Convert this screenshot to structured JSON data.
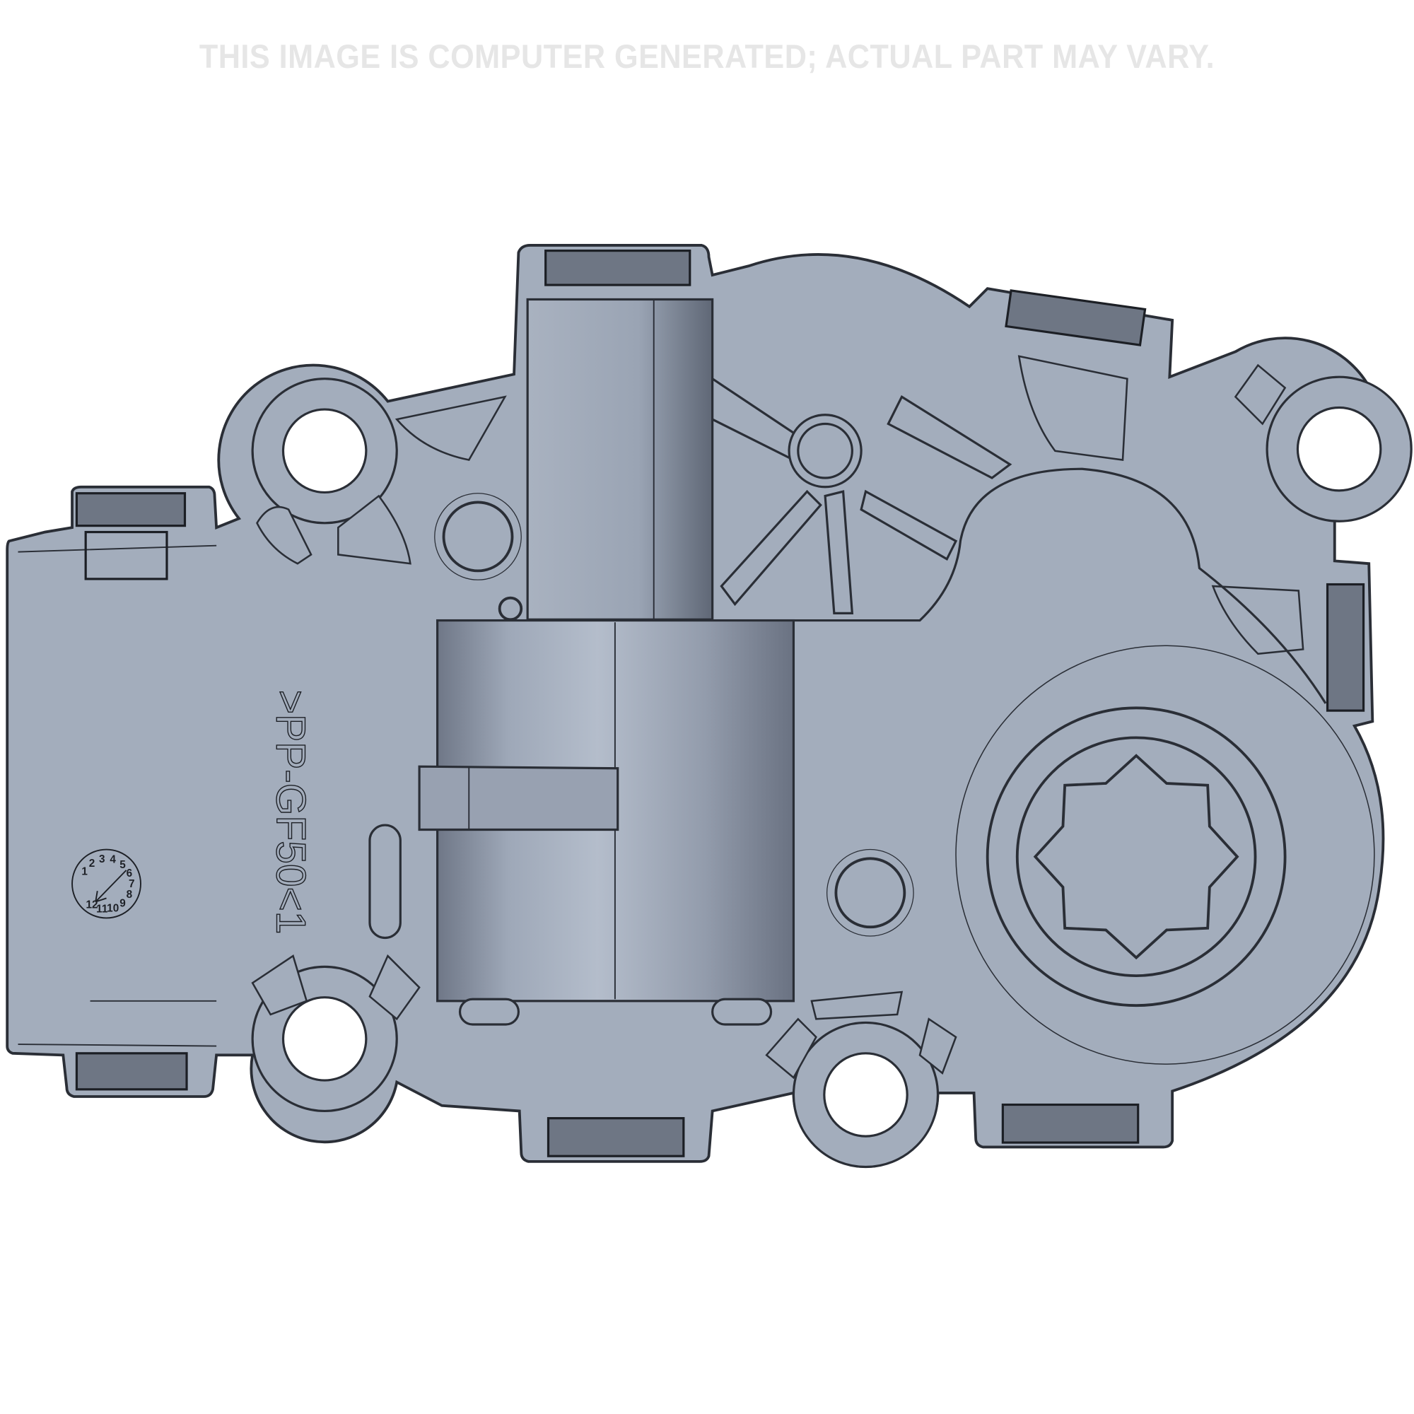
{
  "watermark": "THIS IMAGE IS COMPUTER GENERATED; ACTUAL PART MAY VARY.",
  "part": {
    "material_marking": ">PP-GF50<1",
    "date_dial_numbers": [
      "1",
      "2",
      "3",
      "4",
      "5",
      "6",
      "7",
      "8",
      "9",
      "10",
      "11",
      "12"
    ],
    "colors": {
      "body": "#a3adbc",
      "outline": "#2a2e36",
      "clip": "#6e7684",
      "holes": "#ffffff"
    }
  }
}
